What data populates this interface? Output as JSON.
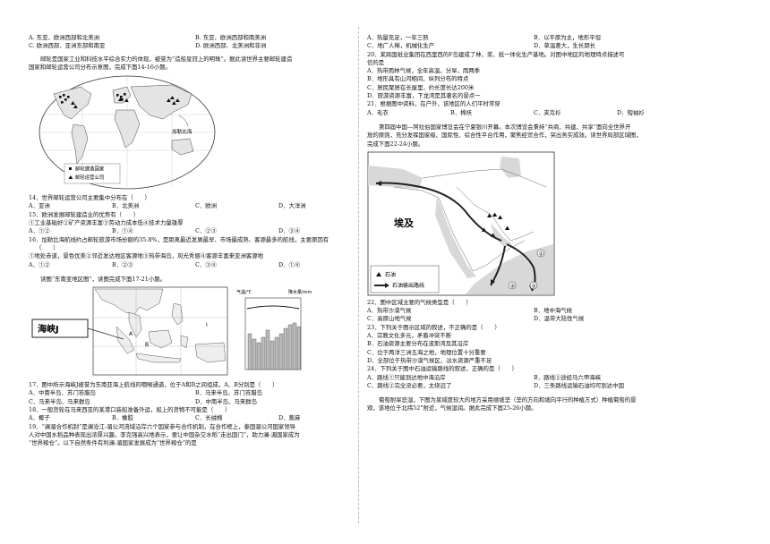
{
  "left": {
    "q13_opts": [
      [
        "A. 东亚、欧洲西部和北美洲",
        "B. 东亚、欧洲西部和南美洲"
      ],
      [
        "C. 欧洲西部、亚洲东部和南亚",
        "D. 欧洲西部、北美洲和非洲"
      ]
    ],
    "intro_ship": [
      "邮轮是国家工业和科技水平综合实力的体现，被誉为“造船皇冠上的明珠”。据此读世界主要邮轮建造",
      "国家和邮轮运营公司分布示意图，完成下面14-16小题。"
    ],
    "map1": {
      "label_caribbean": "加勒比海",
      "legend_ship": "邮轮建造国家",
      "legend_company": "邮轮运营公司"
    },
    "q14": "14．世界邮轮运营公司主要集中分布在（　　）",
    "q14_opts": [
      "A．亚洲",
      "B．北美洲",
      "C．欧洲",
      "D．大洋洲"
    ],
    "q15": "15．欧洲发展邮轮建造业的优势有（　　）",
    "q15_items": "①工业基础好②矿产资源丰富③劳动力成本低④技术力量雄厚",
    "q15_opts": [
      "A．①②",
      "B．①④",
      "C．②③",
      "D．③④"
    ],
    "q16": [
      "16．加勒比海航线约占邮轮旅游市场份额的35.8%，是距离最近发展最早、市场最成熟、客源最多的航线，主要原因有",
      "（　　）"
    ],
    "q16_items": "①地处赤道，景色优美②邻近发达地区客源地③热带海岛，风光秀丽④客源丰富来亚洲客源地",
    "q16_opts": [
      "A．①②",
      "B．②③",
      "C．③④",
      "D．①④"
    ],
    "intro_sea": "读图“东南亚地区图”，读图完成下面17-21小题。",
    "map2": {
      "strait_label": "海峡J",
      "temp_label": "气温/℃",
      "rain_label": "降水量/mm",
      "point_a": "A",
      "point_b": "B",
      "point_i": "I"
    },
    "q17": [
      "17．图中所示海峡J被誉为东南亚海上航线的咽喉通道，位于A和B之间组成，A、B分别是（　　）"
    ],
    "q17_opts": [
      [
        "A．中南半岛、苏门答腊岛",
        "B．马来半岛、苏门答腊岛"
      ],
      [
        "C．马来半岛、马来群岛",
        "D．中南半岛、马来群岛"
      ]
    ],
    "q18": "18．一般货轮在马来西亚的某港口装船准备外运，船上的货物不可能是（　　）",
    "q18_opts": [
      "A．椰子",
      "B．橡胶",
      "C．长绒棉",
      "D．蕉麻"
    ],
    "q19": [
      "19．“澜湄合作机制”是澜沧江-湄公河流域沿岸六个国家参与合作机制，在合作框上，泰国湄公河国家领导",
      "人对中国水稻品种表现出浓厚兴趣，李克强高兴地表示，要让中国杂交水稻“走出国门”，助力澜-湄国家成为",
      "“世界粮仓”。以下自然条件有利澜-湄国家发展成为“世界粮仓”的是"
    ]
  },
  "right": {
    "q19_opts": [
      [
        "A．热量充足，一年三熟",
        "B．以平原为主，地形平坦"
      ],
      [
        "C．地广人稀，机械化生产",
        "D．草温差大，生长期长"
      ]
    ],
    "q20": [
      "20．某跨国纸业集团在西里西的F岛建成了林、浆、纸一体化生产基地。对图中地区的地理特点描述可",
      "信的是"
    ],
    "q20_opts": [
      "A．热带雨林气候，全年高温，分旱、雨两季",
      "B．地形具有山河相间、纵列分布的特点",
      "C．居民聚居在长屋里，约长度长达200米",
      "D．旅游资源丰富，下龙湾是其著名的景点一"
    ],
    "q21": [
      "21．根据图中资料，在户外，该地区的人们平时常穿"
    ],
    "q21_opts": [
      "A．毛衣",
      "B．棉袄",
      "C．夹克衫",
      "D．短袖衫"
    ],
    "intro_expo": [
      "第四届中国—阿拉伯国家博览会在宁夏银川开幕。本次博览会秉持“共商、共建、共享”面向全世界开",
      "放的原则，充分发挥国家级、国际性、综合性平台作用，聚焦经贸合作，突出务实成效。读世界局部区域图，",
      "完成下面22-24小题。"
    ],
    "map3": {
      "label_egypt": "埃及",
      "legend_oil": "石油",
      "legend_route": "石油输出路线",
      "route1": "①",
      "route2": "②",
      "route3": "③"
    },
    "q22": "22．图中区域主要的气候类型是（　　）",
    "q22_opts": [
      [
        "A．热带沙漠气候",
        "B．地中海气候"
      ],
      [
        "C．高原山地气候",
        "D．温带大陆性气候"
      ]
    ],
    "q23": "23．下列关于图示区域的叙述，不正确的是（　　）",
    "q23_opts": [
      "A．宗教文化多元，矛盾冲突不断",
      "B．石油资源主要分布在波斯湾及其沿岸",
      "C．位于两洋三洲五海之地，地理位置十分重要",
      "D．全部位于热带沙漠气候区，淡水资源严重不足"
    ],
    "q24": "24．下列关于图中石油运输路线的叙述，正确的是（　　）",
    "q24_opts": [
      [
        "A．路线①只能到达地中海沿岸",
        "B．路线②途经马六甲海峡"
      ],
      [
        "C．路线②完全没必要，太绕远了",
        "D．三条路线运输石油均可到达中国"
      ]
    ],
    "intro_grape": [
      "葡萄耐旱忌湿，下图为某域度较大的地方采用顺坡垄（垄的方向和坡向平行的种植方式）种植葡萄的景",
      "观，该地位于北纬52°附近，气候湿润。据此完成下面25-26小题。"
    ]
  }
}
